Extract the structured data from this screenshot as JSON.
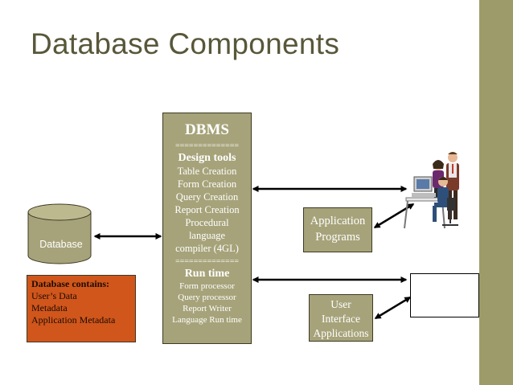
{
  "title": "Database Components",
  "database": {
    "label": "Database"
  },
  "contains": {
    "heading": "Database contains:",
    "items": [
      "User’s Data",
      "Metadata",
      "Application Metadata"
    ]
  },
  "dbms": {
    "title": "DBMS",
    "separator": "==============",
    "design_tools": {
      "heading": "Design tools",
      "items": [
        "Table Creation",
        "Form Creation",
        "Query Creation",
        "Report Creation",
        "Procedural",
        "language",
        "compiler (4GL)"
      ]
    },
    "run_time": {
      "heading": "Run time",
      "items": [
        "Form processor",
        "Query processor",
        "Report Writer",
        "Language Run time"
      ]
    }
  },
  "application_programs": {
    "line1": "Application",
    "line2": "Programs"
  },
  "user_interface": {
    "line1": "User",
    "line2": "Interface",
    "line3": "Applications"
  },
  "colors": {
    "box_fill": "#a6a37a",
    "band": "#9e9b6a",
    "title_text": "#59573a",
    "contains_fill": "#d0561c",
    "arrow": "#000000"
  },
  "icons": [
    "database-cylinder-icon",
    "people-at-computer-icon",
    "screen-icon"
  ]
}
